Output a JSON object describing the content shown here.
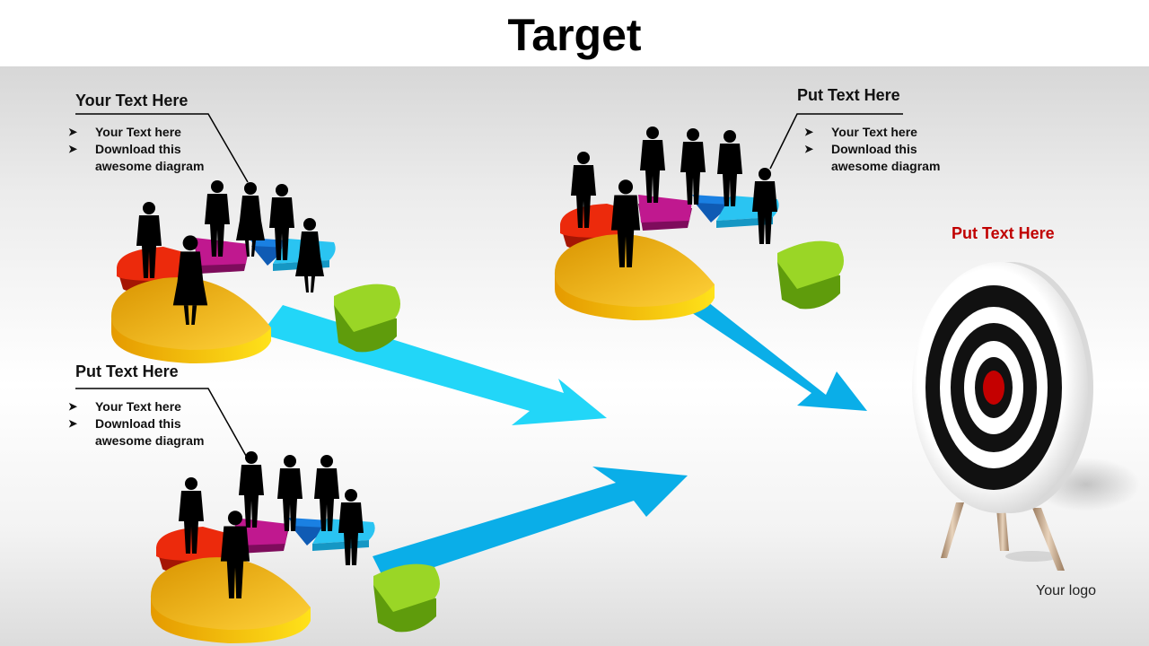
{
  "title": "Target",
  "blocks": [
    {
      "title": "Your Text Here",
      "bullets": [
        "Your Text here",
        "Download this",
        "awesome diagram"
      ]
    },
    {
      "title": "Put Text Here",
      "bullets": [
        "Your Text here",
        "Download this",
        "awesome diagram"
      ]
    },
    {
      "title": "Put Text Here",
      "bullets": [
        "Your Text here",
        "Download this",
        "awesome diagram"
      ]
    }
  ],
  "target_title": "Put Text Here",
  "logo": "Your logo",
  "icons": {
    "bullet": "arrowhead-bullet-icon"
  },
  "colors": {
    "title_red": "#c00000",
    "arrow_cyan": "#19d3f5",
    "arrow_blue": "#0ab4ee",
    "seg_red": "#e8250a",
    "seg_magenta": "#b8168a",
    "seg_blue": "#1a7fe0",
    "seg_cyan": "#26c2f0",
    "seg_green": "#8fd21c",
    "seg_yellow": "#f2b705"
  }
}
